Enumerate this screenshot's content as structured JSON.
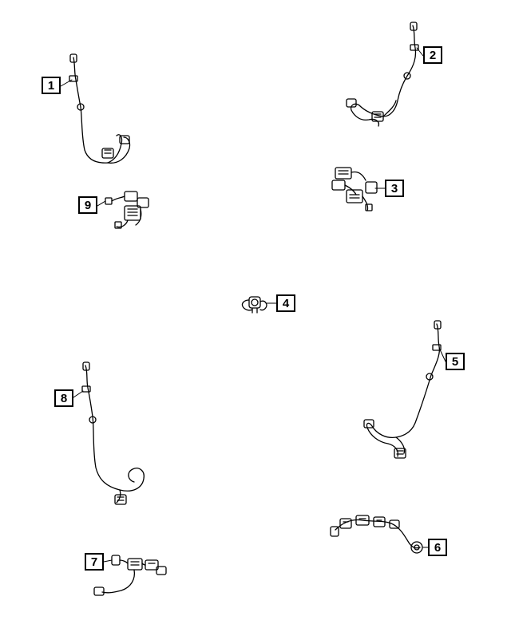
{
  "diagram": {
    "callouts": [
      {
        "id": "c1",
        "label": "1"
      },
      {
        "id": "c2",
        "label": "2"
      },
      {
        "id": "c3",
        "label": "3"
      },
      {
        "id": "c4",
        "label": "4"
      },
      {
        "id": "c5",
        "label": "5"
      },
      {
        "id": "c6",
        "label": "6"
      },
      {
        "id": "c7",
        "label": "7"
      },
      {
        "id": "c8",
        "label": "8"
      },
      {
        "id": "c9",
        "label": "9"
      }
    ],
    "colors": {
      "line": "#000000",
      "background": "#ffffff"
    }
  }
}
